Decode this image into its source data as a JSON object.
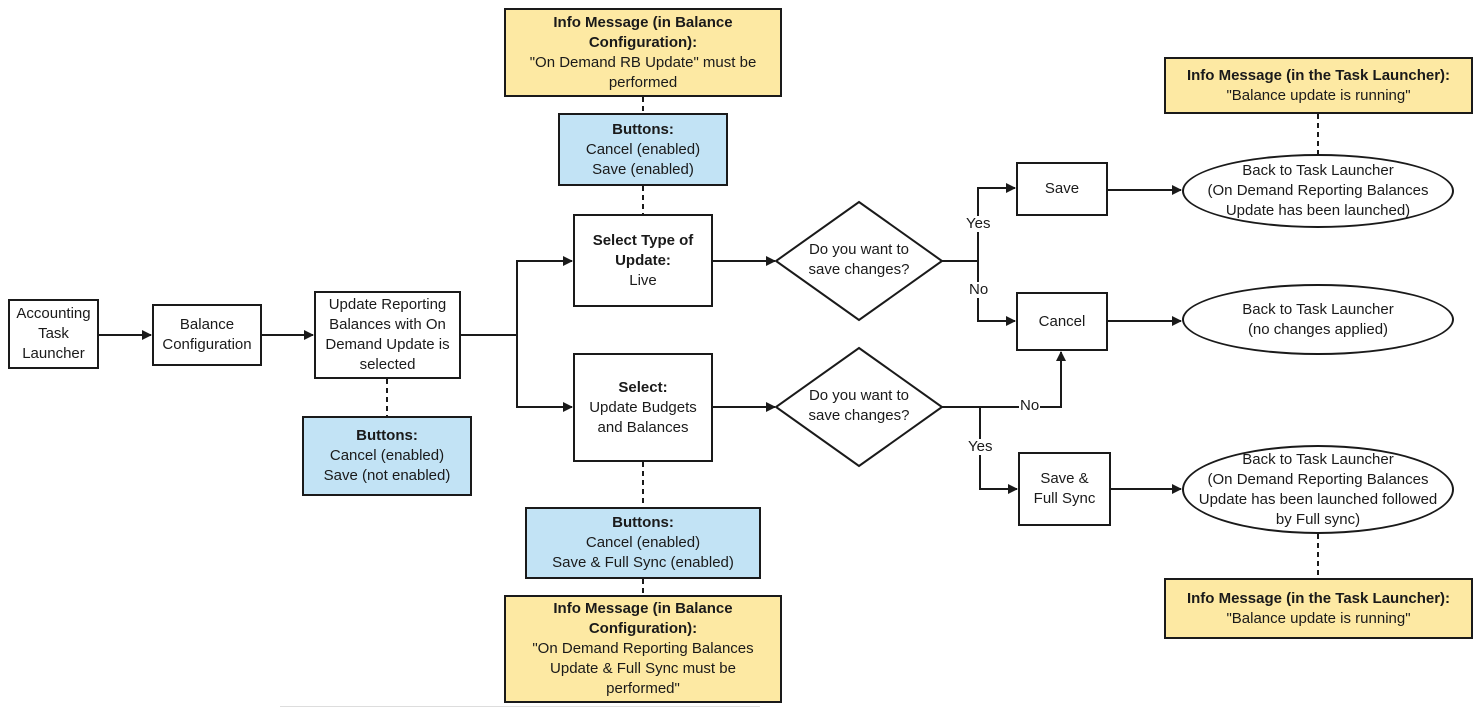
{
  "nodes": {
    "accounting": [
      "Accounting",
      "Task",
      "Launcher"
    ],
    "balance_config": [
      "Balance",
      "Configuration"
    ],
    "update_reporting": [
      "Update Reporting",
      "Balances with On",
      "Demand Update is",
      "selected"
    ],
    "buttons_left": {
      "title": "Buttons:",
      "lines": [
        "Cancel (enabled)",
        "Save (not enabled)"
      ]
    },
    "info_top": {
      "title_lines": [
        "Info Message (in Balance",
        "Configuration):"
      ],
      "lines": [
        "\"On Demand RB Update\" must be",
        "performed"
      ]
    },
    "buttons_top": {
      "title": "Buttons:",
      "lines": [
        "Cancel (enabled)",
        "Save (enabled)"
      ]
    },
    "select_live": {
      "title_lines": [
        "Select Type of",
        "Update:"
      ],
      "lines": [
        "Live"
      ]
    },
    "select_budgets": {
      "title_lines": [
        "Select:"
      ],
      "lines": [
        "Update Budgets",
        "and Balances"
      ]
    },
    "buttons_bottom": {
      "title": "Buttons:",
      "lines": [
        "Cancel (enabled)",
        "Save & Full Sync (enabled)"
      ]
    },
    "info_bottom": {
      "title_lines": [
        "Info Message (in Balance",
        "Configuration):"
      ],
      "lines": [
        "\"On Demand Reporting Balances",
        "Update & Full Sync must be",
        "performed\""
      ]
    },
    "decision_1": [
      "Do you want to",
      "save changes?"
    ],
    "decision_2": [
      "Do you want to",
      "save changes?"
    ],
    "save": [
      "Save"
    ],
    "cancel": [
      "Cancel"
    ],
    "save_full_sync": [
      "Save &",
      "Full Sync"
    ],
    "back_launched": [
      "Back to Task Launcher",
      "(On Demand Reporting Balances",
      "Update has been launched)"
    ],
    "back_no_changes": [
      "Back to Task Launcher",
      "(no changes applied)"
    ],
    "back_full_sync": [
      "Back to Task Launcher",
      "(On Demand Reporting Balances",
      "Update has been launched followed",
      "by Full sync)"
    ],
    "info_launcher_top": {
      "title": "Info Message (in the Task Launcher):",
      "lines": [
        "\"Balance update is running\""
      ]
    },
    "info_launcher_bottom": {
      "title": "Info Message (in the Task Launcher):",
      "lines": [
        "\"Balance update is running\""
      ]
    }
  },
  "edge_labels": {
    "yes_1": "Yes",
    "no_1": "No",
    "no_2": "No",
    "yes_2": "Yes"
  },
  "colors": {
    "info_fill": "#fde9a3",
    "buttons_fill": "#c2e3f5",
    "stroke": "#1a1a1a"
  }
}
